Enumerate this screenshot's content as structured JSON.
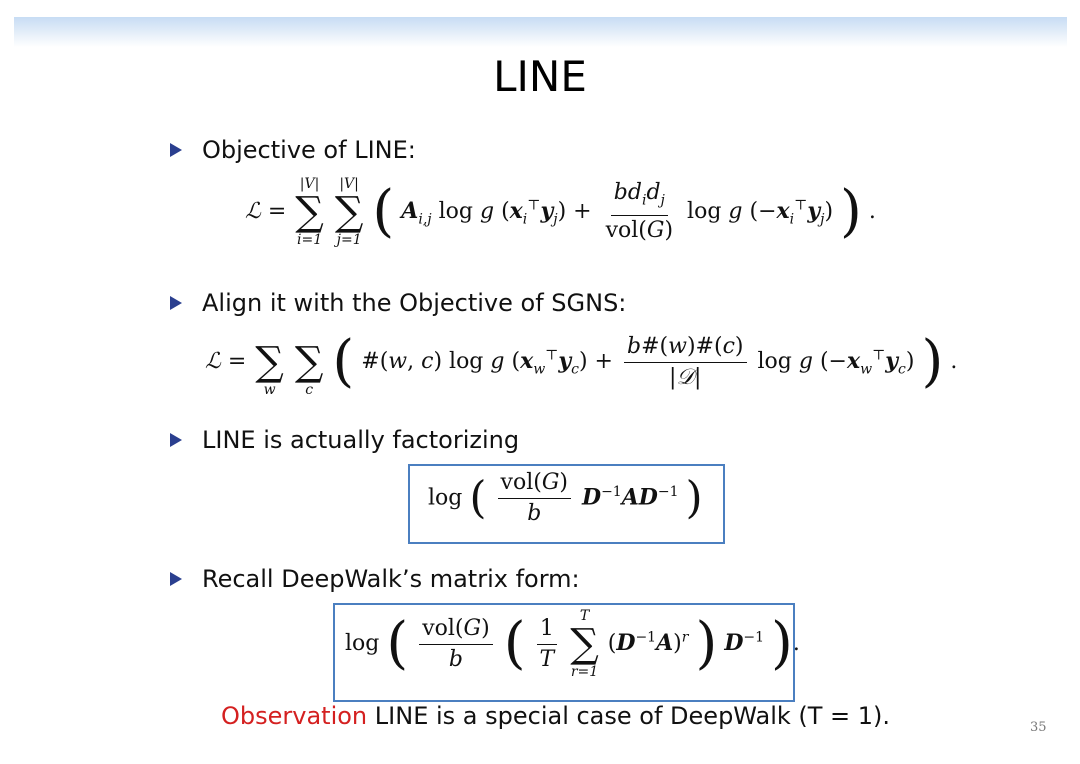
{
  "slide": {
    "title": "LINE",
    "page_number": "35"
  },
  "bullets": [
    {
      "text": "Objective of LINE:"
    },
    {
      "text": "Align it with the Objective of SGNS:"
    },
    {
      "text": "LINE is actually factorizing"
    },
    {
      "text": "Recall DeepWalk’s matrix form:"
    }
  ],
  "observation": {
    "label": "Observation",
    "text": " LINE is a special case of DeepWalk (T = 1)."
  },
  "colors": {
    "bullet_triangle": "#2a3f8f",
    "box_border": "#4b7fc0",
    "observation_label": "#d42020"
  }
}
